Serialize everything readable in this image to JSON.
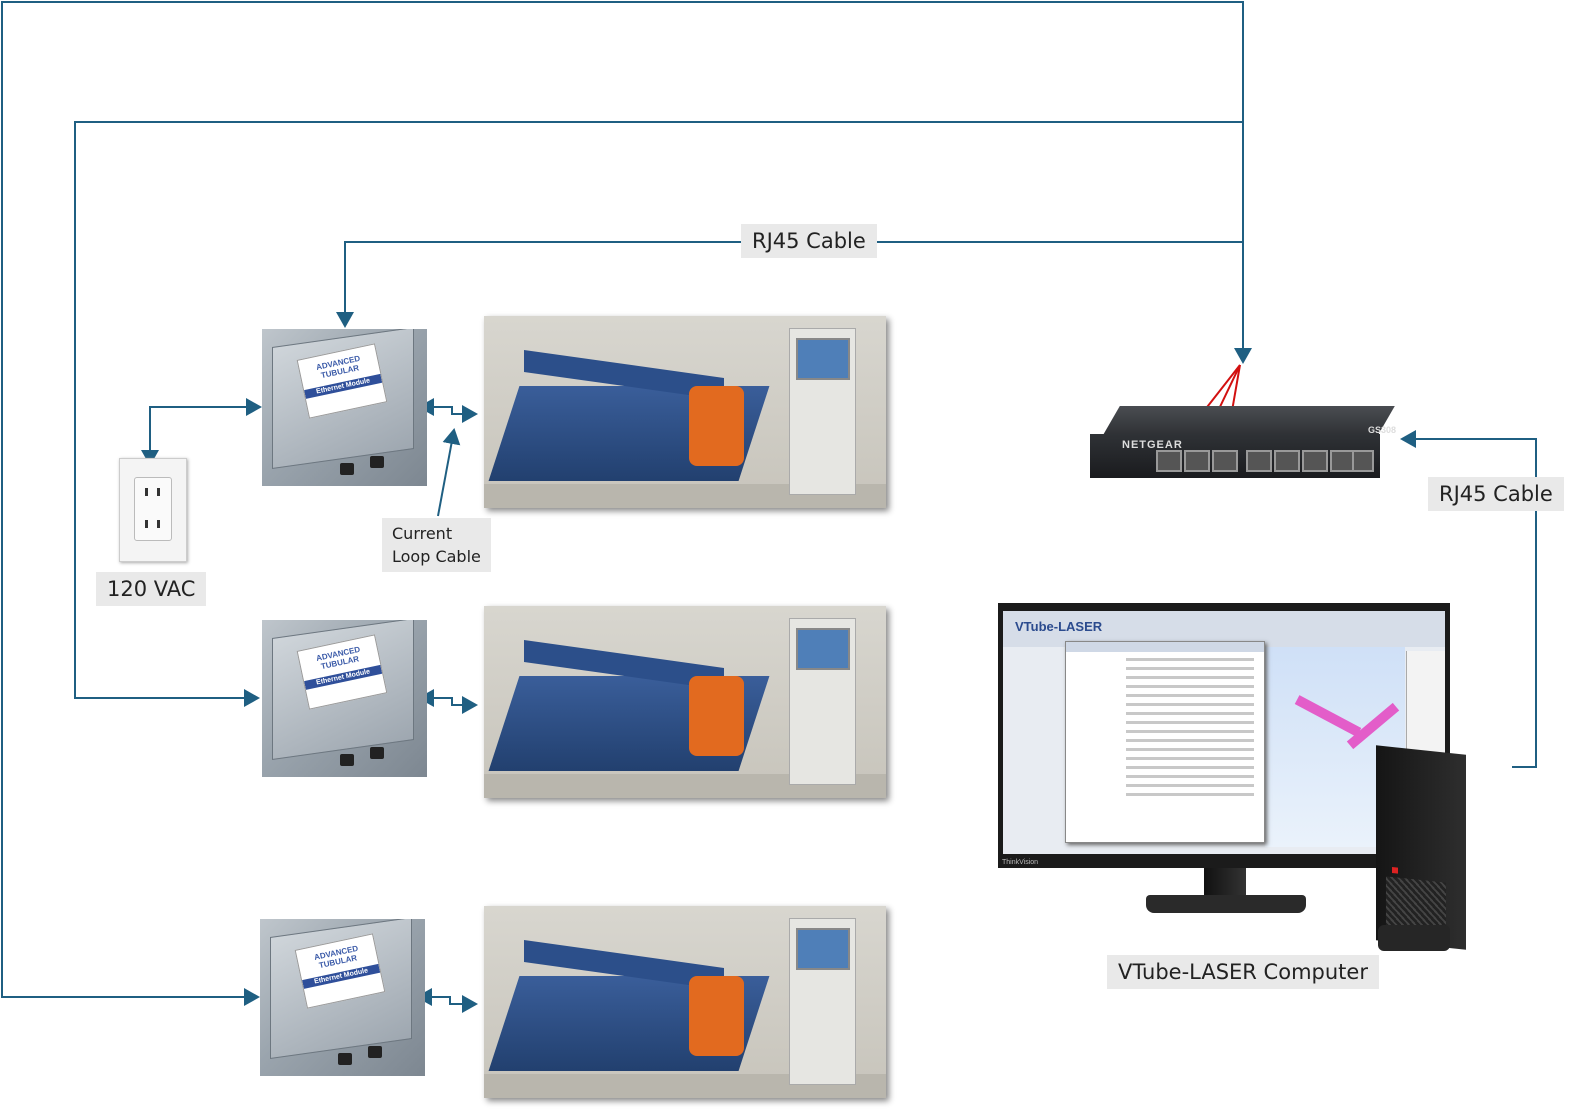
{
  "labels": {
    "rj45_top": "RJ45 Cable",
    "rj45_right": "RJ45 Cable",
    "current_loop_line1": "Current",
    "current_loop_line2": "Loop Cable",
    "power": "120 VAC",
    "computer": "VTube-LASER Computer"
  },
  "devices": {
    "module_brand": "ADVANCED TUBULAR",
    "module_name": "Ethernet Module",
    "switch_brand": "NETGEAR",
    "switch_model": "GS308",
    "monitor_logo": "VTube-LASER",
    "monitor_brand": "ThinkVision"
  },
  "colors": {
    "wire": "#1f5f82",
    "patch": "#d21010"
  }
}
